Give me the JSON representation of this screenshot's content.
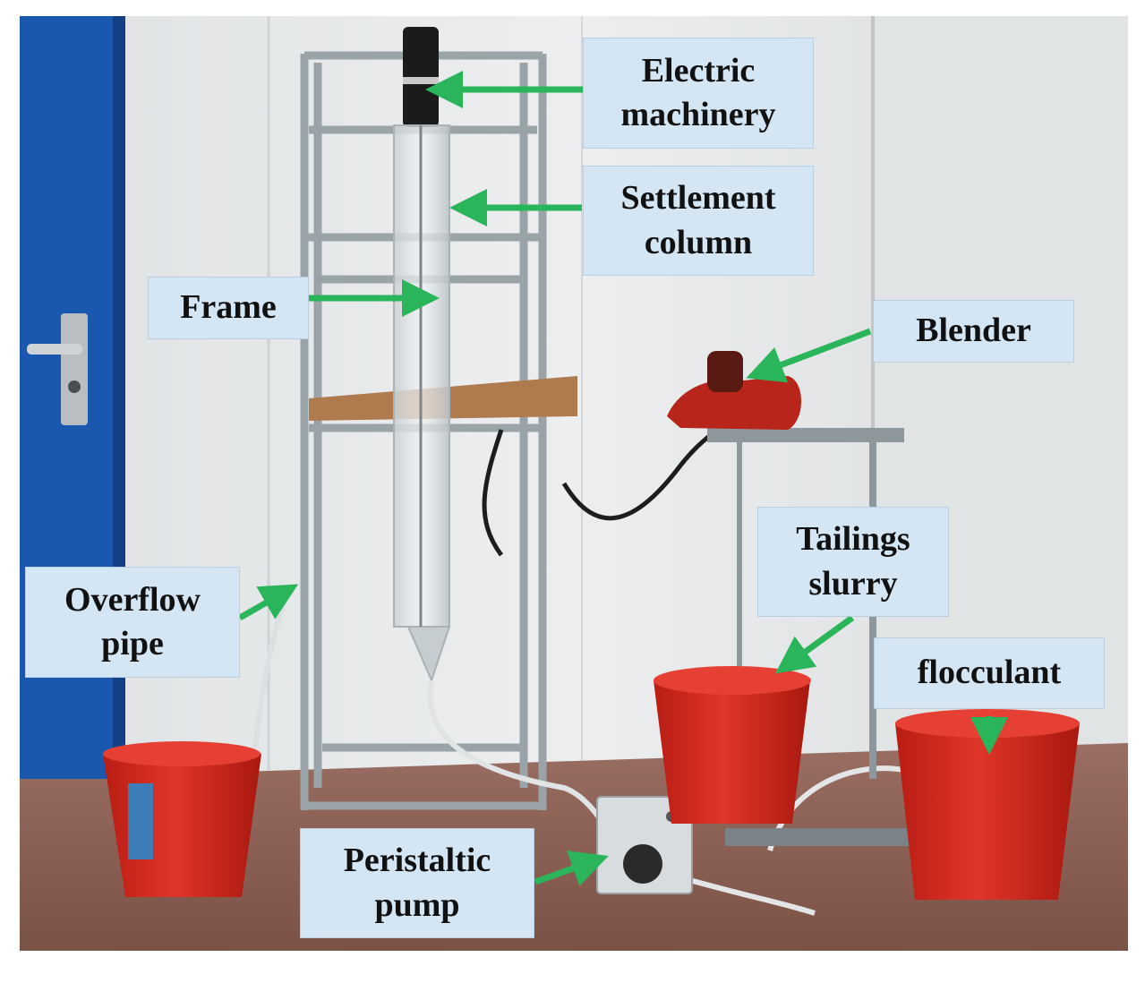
{
  "labels": {
    "electric_machinery": {
      "line1": "Electric",
      "line2": "machinery"
    },
    "settlement_column": {
      "line1": "Settlement",
      "line2": "column"
    },
    "frame": {
      "line1": "Frame"
    },
    "blender": {
      "line1": "Blender"
    },
    "tailings_slurry": {
      "line1": "Tailings",
      "line2": "slurry"
    },
    "flocculant": {
      "line1": "flocculant"
    },
    "overflow_pipe": {
      "line1": "Overflow",
      "line2": "pipe"
    },
    "peristaltic_pump": {
      "line1": "Peristaltic",
      "line2": "pump"
    }
  },
  "colors": {
    "label_fill": "#d4e5f3",
    "arrow": "#2bb55a",
    "bucket": "#d52a1f",
    "door": "#1a58b0",
    "wall": "#e9ebec",
    "floor": "#8a5d50"
  }
}
